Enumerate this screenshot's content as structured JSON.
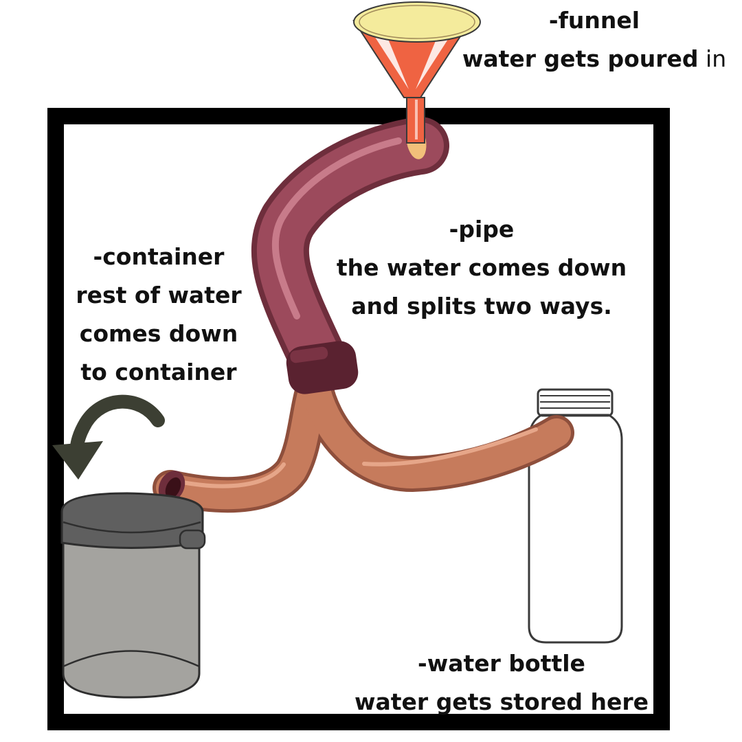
{
  "funnel": {
    "title": "-funnel",
    "desc_bold": "water gets poured",
    "desc_normal": " in"
  },
  "pipe": {
    "title": "-pipe",
    "line1": "the water comes down",
    "line2": "and splits two ways."
  },
  "container": {
    "title": "-container",
    "line1": "rest of water",
    "line2": "comes down",
    "line3": "to container"
  },
  "bottle": {
    "title": "-water bottle",
    "line1": "water gets stored here"
  },
  "colors": {
    "frame": "#000000",
    "funnel_body": "#ef6342",
    "funnel_top": "#f4eb9c",
    "pipe_upper": "#9c4a5c",
    "pipe_upper_shadow": "#6e2e3c",
    "pipe_coupling": "#5a2230",
    "pipe_lower": "#c67b5c",
    "pipe_lower_shadow": "#8e4f3c",
    "container_body": "#a4a39f",
    "container_lid": "#5f5f5f",
    "arrow": "#3c3f33",
    "bottle_outline": "#3a3a3a"
  }
}
